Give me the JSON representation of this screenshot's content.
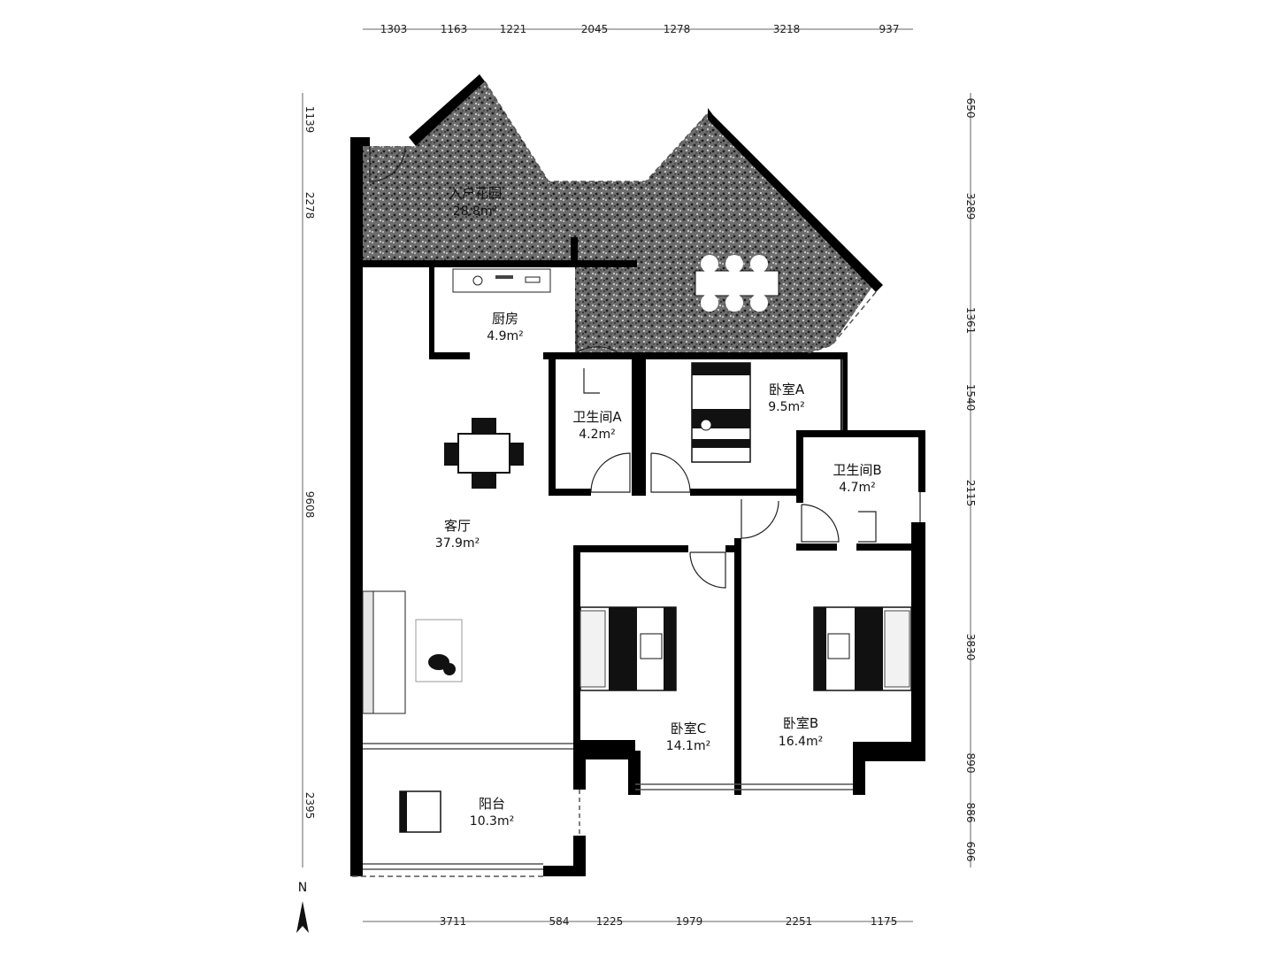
{
  "dimensions": {
    "top": [
      "1303",
      "1163",
      "1221",
      "2045",
      "1278",
      "3218",
      "937"
    ],
    "bottom": [
      "3711",
      "584",
      "1225",
      "1979",
      "2251",
      "1175"
    ],
    "left": [
      "1139",
      "2278",
      "9608",
      "2395"
    ],
    "right": [
      "650",
      "3289",
      "1361",
      "1540",
      "2115",
      "3830",
      "890",
      "886",
      "606"
    ]
  },
  "rooms": {
    "garden": {
      "name": "入户花园",
      "area": "28.8m²"
    },
    "kitchen": {
      "name": "厨房",
      "area": "4.9m²"
    },
    "bath_a": {
      "name": "卫生间A",
      "area": "4.2m²"
    },
    "bed_a": {
      "name": "卧室A",
      "area": "9.5m²"
    },
    "bath_b": {
      "name": "卫生间B",
      "area": "4.7m²"
    },
    "living": {
      "name": "客厅",
      "area": "37.9m²"
    },
    "bed_c": {
      "name": "卧室C",
      "area": "14.1m²"
    },
    "bed_b": {
      "name": "卧室B",
      "area": "16.4m²"
    },
    "balcony": {
      "name": "阳台",
      "area": "10.3m²"
    }
  },
  "compass": {
    "label": "N"
  }
}
